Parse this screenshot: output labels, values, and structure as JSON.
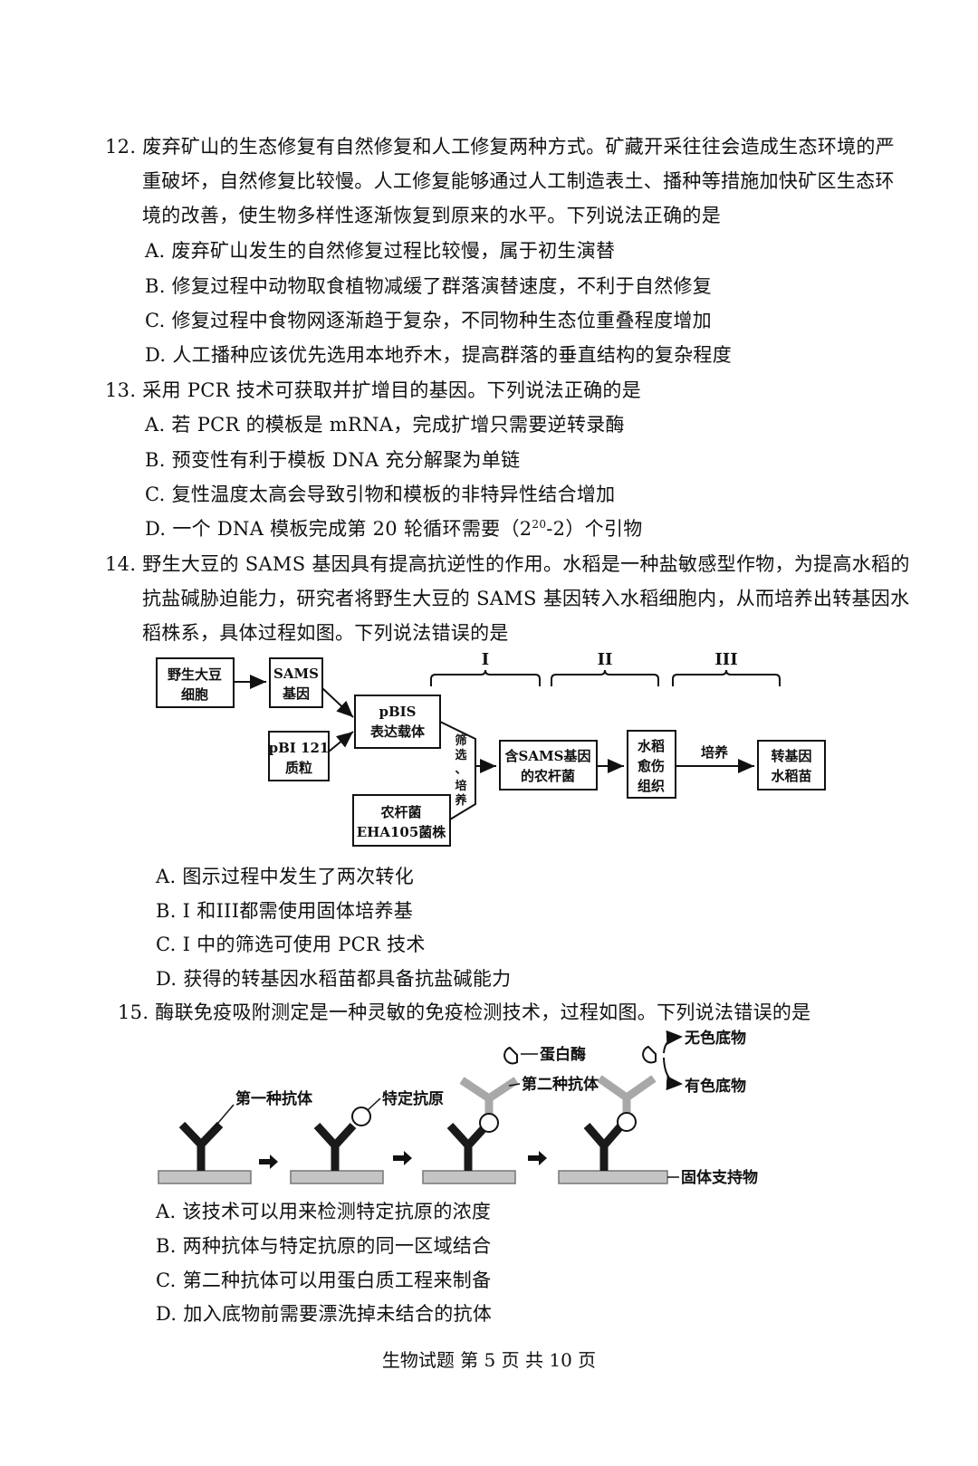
{
  "q12": {
    "lines": [
      "12. 废弃矿山的生态修复有自然修复和人工修复两种方式。矿藏开采往往会造成生态环境的严",
      "重破坏，自然修复比较慢。人工修复能够通过人工制造表土、播种等措施加快矿区生态环",
      "境的改善，使生物多样性逐渐恢复到原来的水平。下列说法正确的是"
    ],
    "options": [
      "A. 废弃矿山发生的自然修复过程比较慢，属于初生演替",
      "B. 修复过程中动物取食植物减缓了群落演替速度，不利于自然修复",
      "C. 修复过程中食物网逐渐趋于复杂，不同物种生态位重叠程度增加",
      "D. 人工播种应该优先选用本地乔木，提高群落的垂直结构的复杂程度"
    ]
  },
  "q13": {
    "stem": "13. 采用 PCR 技术可获取并扩增目的基因。下列说法正确的是",
    "options": [
      "A. 若 PCR 的模板是 mRNA，完成扩增只需要逆转录酶",
      "B. 预变性有利于模板 DNA 充分解聚为单链",
      "C. 复性温度太高会导致引物和模板的非特异性结合增加"
    ],
    "optD_prefix": "D. 一个 DNA 模板完成第 20 轮循环需要（2",
    "optD_sup": "20",
    "optD_suffix": "-2）个引物"
  },
  "q14": {
    "lines": [
      "14. 野生大豆的 SAMS 基因具有提高抗逆性的作用。水稻是一种盐敏感型作物，为提高水稻的",
      "抗盐碱胁迫能力，研究者将野生大豆的 SAMS 基因转入水稻细胞内，从而培养出转基因水",
      "稻株系，具体过程如图。下列说法错误的是"
    ],
    "diagram": {
      "box_soybean": [
        "野生大豆",
        "细胞"
      ],
      "box_sams": [
        "SAMS",
        "基因"
      ],
      "box_pbis": [
        "pBIS",
        "表达载体"
      ],
      "box_pbi121": [
        "pBI 121",
        "质粒"
      ],
      "box_agro_strain": [
        "农杆菌",
        "EHA105菌株"
      ],
      "screen_label": [
        "筛",
        "选",
        "、",
        "培",
        "养"
      ],
      "box_agro_sams": [
        "含SAMS基因",
        "的农杆菌"
      ],
      "box_callus": [
        "水稻",
        "愈伤",
        "组织"
      ],
      "culture_label": "培养",
      "box_seedling": [
        "转基因",
        "水稻苗"
      ],
      "stage_labels": [
        "I",
        "II",
        "III"
      ]
    },
    "options": [
      "A. 图示过程中发生了两次转化",
      "B. I 和III都需使用固体培养基",
      "C. I 中的筛选可使用 PCR 技术",
      "D. 获得的转基因水稻苗都具备抗盐碱能力"
    ]
  },
  "q15": {
    "stem": "15. 酶联免疫吸附测定是一种灵敏的免疫检测技术，过程如图。下列说法错误的是",
    "diagram": {
      "first_antibody": "第一种抗体",
      "specific_antigen": "特定抗原",
      "enzyme": "蛋白酶",
      "second_antibody": "第二种抗体",
      "colorless_substrate": "无色底物",
      "colored_substrate": "有色底物",
      "solid_support": "固体支持物"
    },
    "options": [
      "A. 该技术可以用来检测特定抗原的浓度",
      "B. 两种抗体与特定抗原的同一区域结合",
      "C. 第二种抗体可以用蛋白质工程来制备",
      "D. 加入底物前需要漂洗掉未结合的抗体"
    ]
  },
  "footer": "生物试题  第 5 页  共 10 页"
}
